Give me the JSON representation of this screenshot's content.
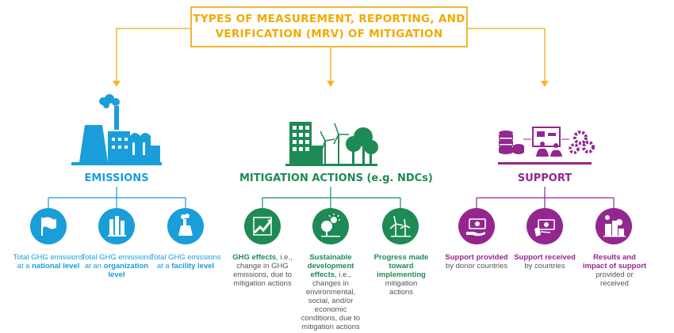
{
  "title": {
    "line1": "TYPES OF MEASUREMENT, REPORTING, AND",
    "line2": "VERIFICATION (MRV) OF MITIGATION"
  },
  "colors": {
    "emissions": "#1a9ed9",
    "mitigation": "#1e8a55",
    "support": "#93278f",
    "title": "#f2a900"
  },
  "columns": [
    {
      "heading": "EMISSIONS",
      "icon": "factory-icon",
      "items": [
        {
          "icon": "flag-icon",
          "pre": "Total GHG emissions at a ",
          "bold": "national level",
          "post": ""
        },
        {
          "icon": "organization-icon",
          "pre": "Total GHG emissions at an ",
          "bold": "organization level",
          "post": ""
        },
        {
          "icon": "facility-icon",
          "pre": "Total GHG emissions at a ",
          "bold": "facility level",
          "post": ""
        }
      ]
    },
    {
      "heading": "MITIGATION ACTIONS (e.g. NDCs)",
      "icon": "green-city-icon",
      "items": [
        {
          "icon": "trend-chart-icon",
          "bold": "GHG effects",
          "post": ", i.e., change in GHG emissions, due to mitigation actions"
        },
        {
          "icon": "tree-sun-icon",
          "bold": "Sustainable development effects",
          "post": ", i.e., changes in environmental, social, and/or economic conditions, due to mitigation actions"
        },
        {
          "icon": "wind-turbine-icon",
          "bold": "Progress made toward implementing",
          "post": " mitigation actions"
        }
      ]
    },
    {
      "heading": "SUPPORT",
      "icon": "finance-meeting-icon",
      "items": [
        {
          "icon": "money-hand-icon",
          "bold": "Support provided",
          "post": " by donor countries"
        },
        {
          "icon": "money-receive-icon",
          "bold": "Support received",
          "post": " by countries"
        },
        {
          "icon": "results-impact-icon",
          "bold": "Results and impact of support",
          "post": " provided or received"
        }
      ]
    }
  ]
}
